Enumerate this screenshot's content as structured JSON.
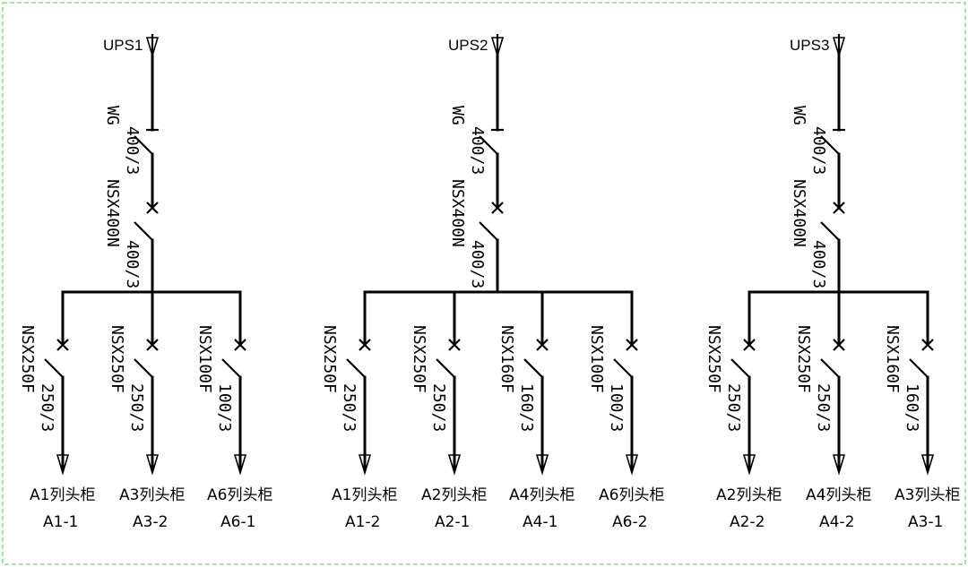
{
  "groups": [
    {
      "source": "UPS1",
      "main_switch": {
        "model": "WG",
        "rating": "400/3"
      },
      "main_breaker": {
        "model": "NSX400N",
        "rating": "400/3"
      },
      "branches": [
        {
          "breaker_model": "NSX250F",
          "breaker_rating": "250/3",
          "load_name": "A1列头柜",
          "load_id": "A1-1"
        },
        {
          "breaker_model": "NSX250F",
          "breaker_rating": "250/3",
          "load_name": "A3列头柜",
          "load_id": "A3-2"
        },
        {
          "breaker_model": "NSX100F",
          "breaker_rating": "100/3",
          "load_name": "A6列头柜",
          "load_id": "A6-1"
        }
      ]
    },
    {
      "source": "UPS2",
      "main_switch": {
        "model": "WG",
        "rating": "400/3"
      },
      "main_breaker": {
        "model": "NSX400N",
        "rating": "400/3"
      },
      "branches": [
        {
          "breaker_model": "NSX250F",
          "breaker_rating": "250/3",
          "load_name": "A1列头柜",
          "load_id": "A1-2"
        },
        {
          "breaker_model": "NSX250F",
          "breaker_rating": "250/3",
          "load_name": "A2列头柜",
          "load_id": "A2-1"
        },
        {
          "breaker_model": "NSX160F",
          "breaker_rating": "160/3",
          "load_name": "A4列头柜",
          "load_id": "A4-1"
        },
        {
          "breaker_model": "NSX100F",
          "breaker_rating": "100/3",
          "load_name": "A6列头柜",
          "load_id": "A6-2"
        }
      ]
    },
    {
      "source": "UPS3",
      "main_switch": {
        "model": "WG",
        "rating": "400/3"
      },
      "main_breaker": {
        "model": "NSX400N",
        "rating": "400/3"
      },
      "branches": [
        {
          "breaker_model": "NSX250F",
          "breaker_rating": "250/3",
          "load_name": "A2列头柜",
          "load_id": "A2-2"
        },
        {
          "breaker_model": "NSX250F",
          "breaker_rating": "250/3",
          "load_name": "A4列头柜",
          "load_id": "A4-2"
        },
        {
          "breaker_model": "NSX160F",
          "breaker_rating": "160/3",
          "load_name": "A3列头柜",
          "load_id": "A3-1"
        }
      ]
    }
  ],
  "colors": {
    "line": "#000000",
    "border": "#7ee07e",
    "background": "#ffffff"
  }
}
